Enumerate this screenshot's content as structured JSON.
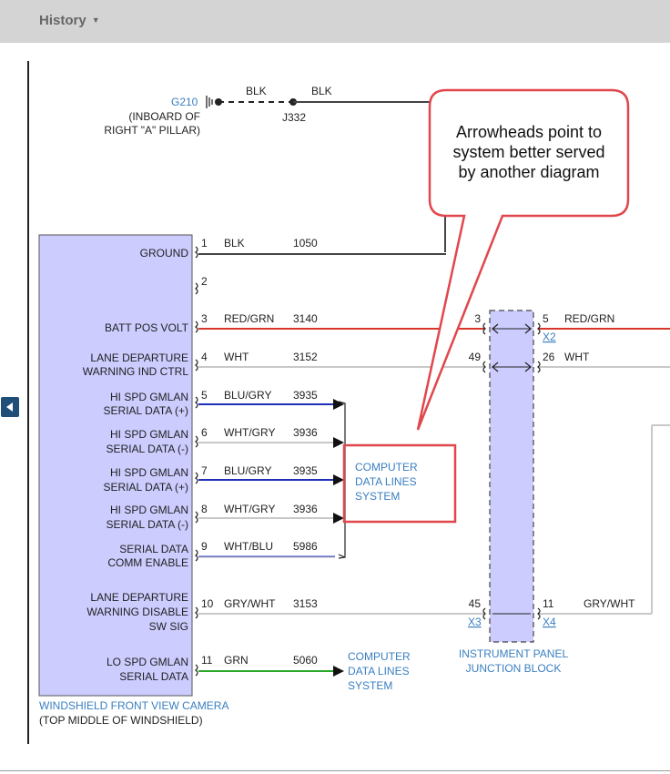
{
  "toolbar": {
    "history_label": "History",
    "caret": "▼"
  },
  "ground": {
    "id": "G210",
    "loc1": "(INBOARD OF",
    "loc2": "RIGHT \"A\" PILLAR)",
    "wire_left": "BLK",
    "wire_right": "BLK",
    "splice": "J332"
  },
  "camera": {
    "name": "WINDSHIELD FRONT VIEW CAMERA",
    "location": "(TOP MIDDLE OF WINDSHIELD)",
    "pins": [
      {
        "label": [
          "GROUND"
        ],
        "pin": "1",
        "color": "BLK",
        "circuit": "1050"
      },
      {
        "label": [],
        "pin": "2",
        "color": "",
        "circuit": ""
      },
      {
        "label": [
          "BATT POS VOLT"
        ],
        "pin": "3",
        "color": "RED/GRN",
        "circuit": "3140"
      },
      {
        "label": [
          "LANE DEPARTURE",
          "WARNING IND CTRL"
        ],
        "pin": "4",
        "color": "WHT",
        "circuit": "3152"
      },
      {
        "label": [
          "HI SPD GMLAN",
          "SERIAL DATA (+)"
        ],
        "pin": "5",
        "color": "BLU/GRY",
        "circuit": "3935"
      },
      {
        "label": [
          "HI SPD GMLAN",
          "SERIAL DATA (-)"
        ],
        "pin": "6",
        "color": "WHT/GRY",
        "circuit": "3936"
      },
      {
        "label": [
          "HI SPD GMLAN",
          "SERIAL DATA (+)"
        ],
        "pin": "7",
        "color": "BLU/GRY",
        "circuit": "3935"
      },
      {
        "label": [
          "HI SPD GMLAN",
          "SERIAL DATA (-)"
        ],
        "pin": "8",
        "color": "WHT/GRY",
        "circuit": "3936"
      },
      {
        "label": [
          "SERIAL DATA",
          "COMM ENABLE"
        ],
        "pin": "9",
        "color": "WHT/BLU",
        "circuit": "5986"
      },
      {
        "label": [
          "LANE DEPARTURE",
          "WARNING DISABLE",
          "SW SIG"
        ],
        "pin": "10",
        "color": "GRY/WHT",
        "circuit": "3153"
      },
      {
        "label": [
          "LO SPD GMLAN",
          "SERIAL DATA"
        ],
        "pin": "11",
        "color": "GRN",
        "circuit": "5060"
      }
    ]
  },
  "junction_block": {
    "name1": "INSTRUMENT PANEL",
    "name2": "JUNCTION BLOCK",
    "left_pins": [
      "3",
      "49",
      "45"
    ],
    "right_pins": [
      "5",
      "26",
      "11"
    ],
    "connectors": [
      "X2",
      "X3",
      "X4"
    ],
    "right_colors": [
      "RED/GRN",
      "WHT",
      "GRY/WHT"
    ]
  },
  "computer_ref": [
    "COMPUTER",
    "DATA LINES",
    "SYSTEM"
  ],
  "callout": [
    "Arrowheads point to",
    "system better served",
    "by another diagram"
  ],
  "colors": {
    "red_wire": "#d7372a",
    "blue_wire": "#1f2fb8",
    "green_wire": "#2aa82a",
    "component_fill": "#ccccff",
    "callout_border": "#e0474c"
  }
}
